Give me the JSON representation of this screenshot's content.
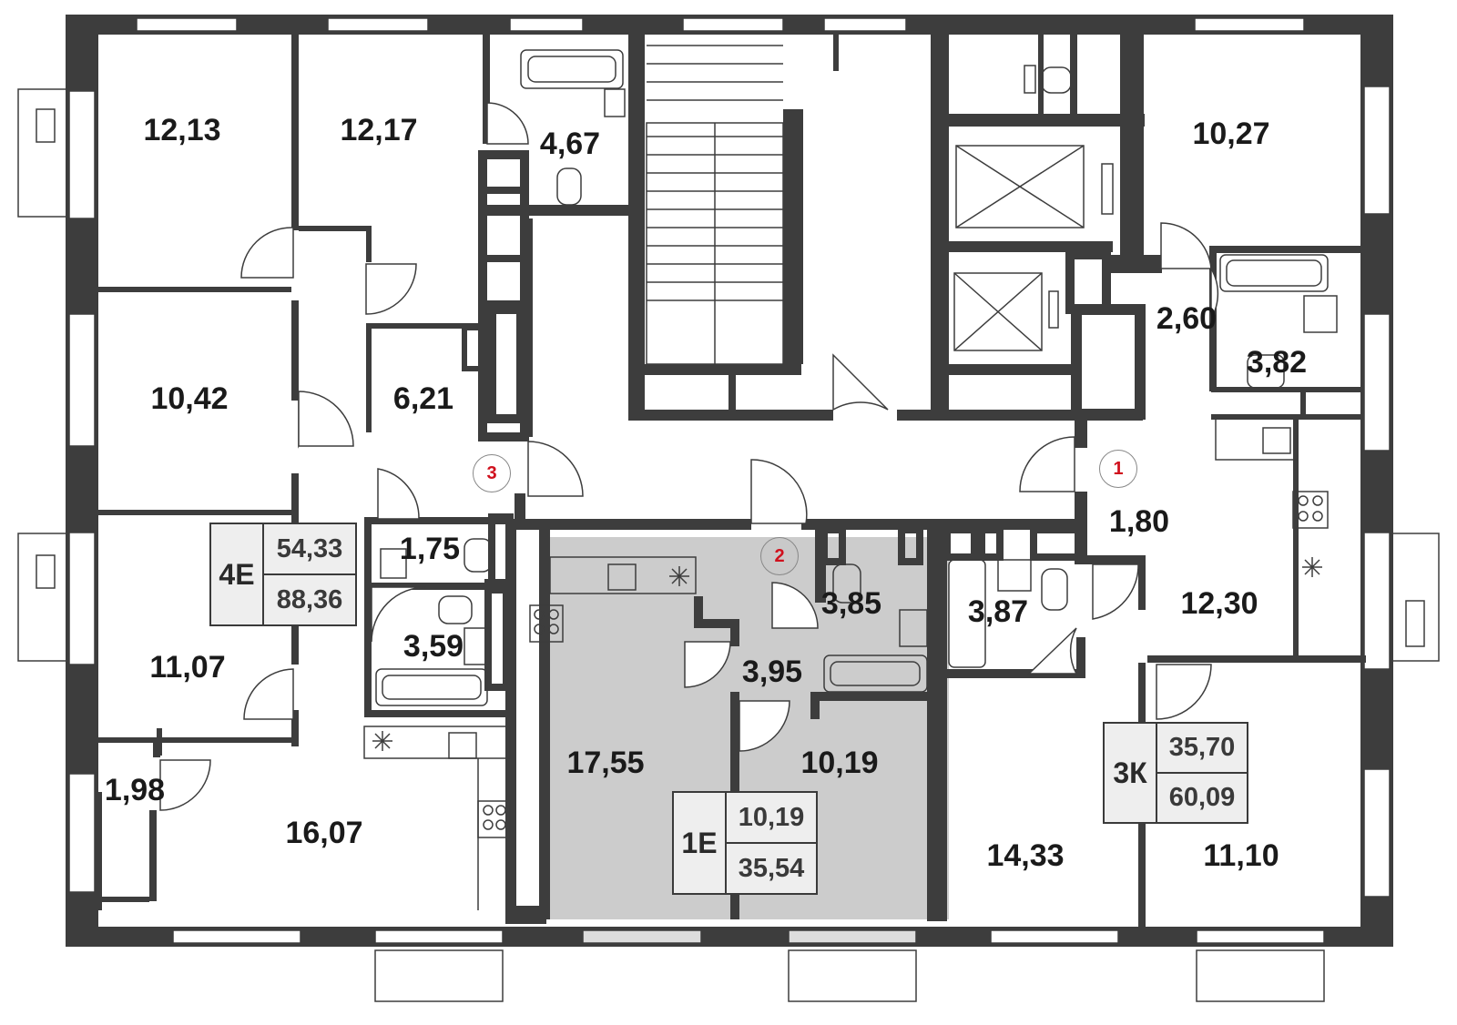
{
  "rooms": [
    {
      "id": "r1",
      "area": "12,13"
    },
    {
      "id": "r2",
      "area": "12,17"
    },
    {
      "id": "r3",
      "area": "4,67"
    },
    {
      "id": "r4",
      "area": "10,27"
    },
    {
      "id": "r5",
      "area": "2,60"
    },
    {
      "id": "r6",
      "area": "3,82"
    },
    {
      "id": "r7",
      "area": "10,42"
    },
    {
      "id": "r8",
      "area": "6,21"
    },
    {
      "id": "r9",
      "area": "1,75"
    },
    {
      "id": "r10",
      "area": "1,80"
    },
    {
      "id": "r11",
      "area": "3,87"
    },
    {
      "id": "r12",
      "area": "12,30"
    },
    {
      "id": "r13",
      "area": "3,85"
    },
    {
      "id": "r14",
      "area": "3,59"
    },
    {
      "id": "r15",
      "area": "3,95"
    },
    {
      "id": "r16",
      "area": "11,07"
    },
    {
      "id": "r17",
      "area": "17,55"
    },
    {
      "id": "r18",
      "area": "10,19"
    },
    {
      "id": "r19",
      "area": "1,98"
    },
    {
      "id": "r20",
      "area": "16,07"
    },
    {
      "id": "r21",
      "area": "14,33"
    },
    {
      "id": "r22",
      "area": "11,10"
    }
  ],
  "apartments": [
    {
      "code": "4Е",
      "living": "54,33",
      "total": "88,36"
    },
    {
      "code": "3К",
      "living": "35,70",
      "total": "60,09"
    },
    {
      "code": "1Е",
      "living": "10,19",
      "total": "35,54"
    }
  ],
  "markers": [
    "1",
    "2",
    "3"
  ],
  "colors": {
    "wall": "#3d3d3d",
    "highlight": "#cccccc",
    "marker": "#d0101d"
  }
}
